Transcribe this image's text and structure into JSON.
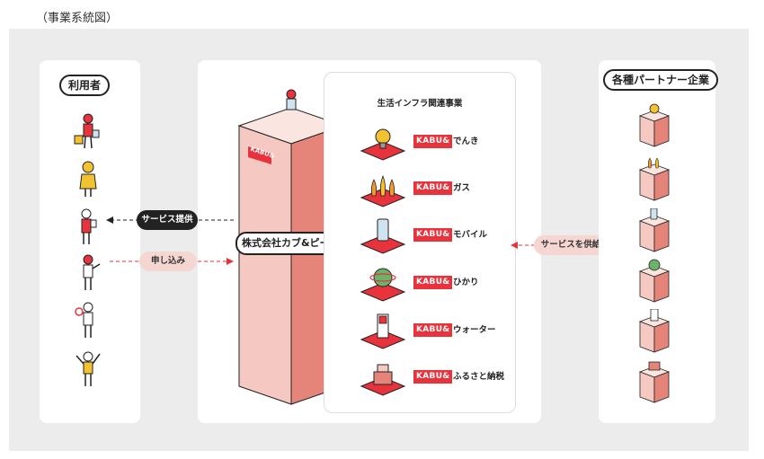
{
  "caption": "（事業系統図）",
  "users": {
    "title": "利用者"
  },
  "partners": {
    "title": "各種パートナー企業"
  },
  "company": {
    "name": "株式会社カブ&ピース",
    "tower_logo": "KABU&"
  },
  "services": {
    "title": "生活インフラ関連事業",
    "brand": "KABU&",
    "items": [
      {
        "label": "でんき",
        "icon": "lightbulb-icon"
      },
      {
        "label": "ガス",
        "icon": "gas-flame-icon"
      },
      {
        "label": "モバイル",
        "icon": "mobile-phone-icon"
      },
      {
        "label": "ひかり",
        "icon": "globe-network-icon"
      },
      {
        "label": "ウォーター",
        "icon": "water-server-icon"
      },
      {
        "label": "ふるさと納税",
        "icon": "gift-box-icon"
      }
    ]
  },
  "arrows": {
    "service_provision": "サービス提供",
    "application": "申し込み",
    "service_supply": "サービスを供給"
  },
  "colors": {
    "accent": "#e8323c",
    "pink_light": "#f6d6d0",
    "tower_front": "#f5c9c1",
    "tower_side": "#e5857a"
  }
}
